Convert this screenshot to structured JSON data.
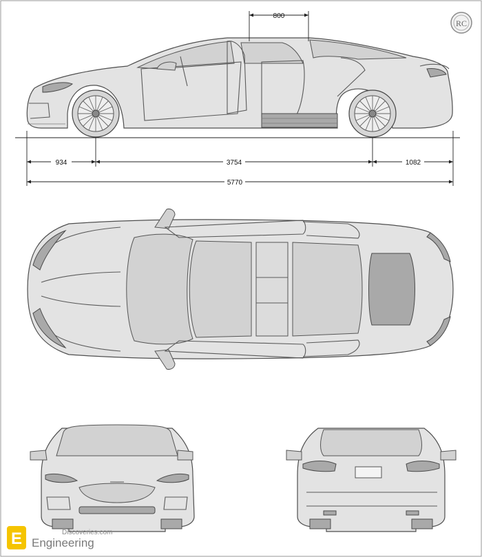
{
  "dimensions": {
    "door_opening": "800",
    "front_overhang": "934",
    "wheelbase": "3754",
    "rear_overhang": "1082",
    "overall_length": "5770"
  },
  "watermark": {
    "line1": "Discoveries.com",
    "line2": "Engineering",
    "badge_letter": "E",
    "logo_letters": "RC"
  },
  "colors": {
    "body": "#e3e3e3",
    "outline": "#4e4e4e",
    "background": "#ffffff",
    "badge": "#f5c400"
  }
}
